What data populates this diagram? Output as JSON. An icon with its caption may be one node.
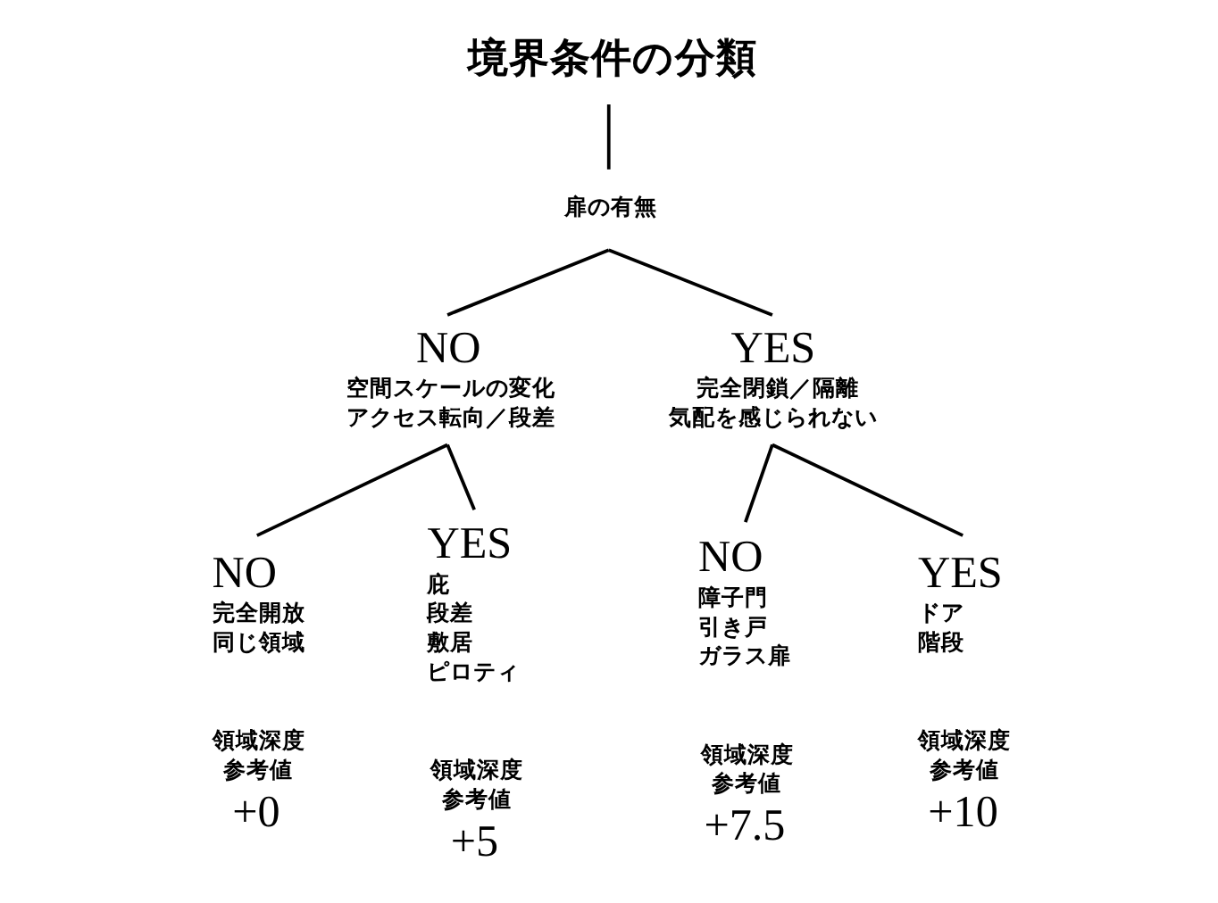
{
  "diagram": {
    "nodes": [
      {
        "text": [
          "境界条件の分類"
        ]
      },
      {
        "text": [
          "扉の有無"
        ]
      },
      {
        "text": [
          "NO",
          "空間スケールの変化",
          "アクセス転向／段差"
        ]
      },
      {
        "text": [
          "YES",
          "完全閉鎖／隔離",
          "気配を感じられない"
        ]
      },
      {
        "text": [
          "NO",
          "完全開放",
          "同じ領域",
          "領域深度",
          "参考値",
          "+0"
        ]
      },
      {
        "text": [
          "YES",
          "庇",
          "段差",
          "敷居",
          "ピロティ",
          "領域深度",
          "参考値",
          "+5"
        ]
      },
      {
        "text": [
          "NO",
          "障子門",
          "引き戸",
          "ガラス扉",
          "領域深度",
          "参考値",
          "+7.5"
        ]
      },
      {
        "text": [
          "YES",
          "ドア",
          "階段",
          "領域深度",
          "参考値",
          "+10"
        ]
      }
    ],
    "edges": [
      {
        "from": 0,
        "to": 1,
        "arrow": "none"
      },
      {
        "from": 1,
        "to": 2,
        "arrow": "none"
      },
      {
        "from": 1,
        "to": 3,
        "arrow": "none"
      },
      {
        "from": 2,
        "to": 4,
        "arrow": "none"
      },
      {
        "from": 2,
        "to": 5,
        "arrow": "none"
      },
      {
        "from": 3,
        "to": 6,
        "arrow": "none"
      },
      {
        "from": 3,
        "to": 7,
        "arrow": "none"
      }
    ]
  }
}
